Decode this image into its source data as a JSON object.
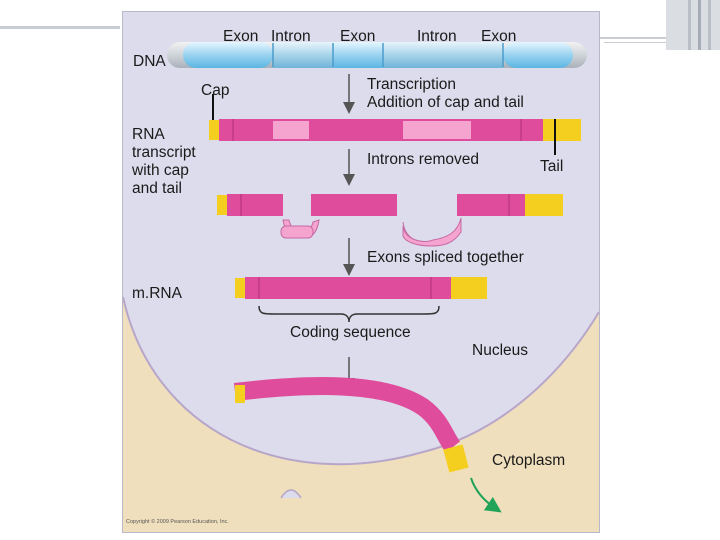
{
  "figure": {
    "header_labels": {
      "exon_1": "Exon",
      "intron_1": "Intron",
      "exon_2": "Exon",
      "intron_2": "Intron",
      "exon_3": "Exon"
    },
    "dna_label": "DNA",
    "cap_label": "Cap",
    "transcription_step": "Transcription\nAddition of cap and tail",
    "rna_transcript_label": "RNA\ntranscript\nwith cap\nand tail",
    "introns_removed_step": "Introns removed",
    "tail_label": "Tail",
    "exons_spliced_step": "Exons spliced together",
    "mrna_label": "m.RNA",
    "coding_sequence_label": "Coding sequence",
    "nucleus_label": "Nucleus",
    "cytoplasm_label": "Cytoplasm",
    "copyright": "Copyright © 2009 Pearson Education, Inc."
  },
  "colors": {
    "nucleus_bg": "#dcdcec",
    "cytoplasm_bg": "#f0dfbd",
    "dna": "#9ad3f0",
    "exon": "#e04c9c",
    "intron": "#f5a3cf",
    "cap_tail": "#f5cf1f",
    "arrow": "#555555",
    "export_arrow": "#21a35a"
  }
}
